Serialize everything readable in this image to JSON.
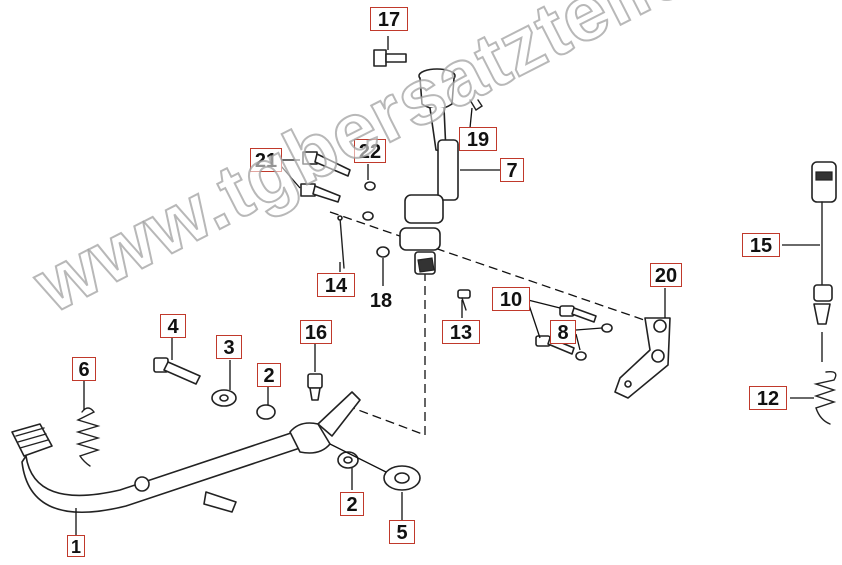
{
  "watermark": "www.tgbersatzteile.de",
  "accent_color": "#c0392b",
  "callouts": [
    {
      "key": "c17",
      "label": "17",
      "boxed": true
    },
    {
      "key": "c19",
      "label": "19",
      "boxed": true
    },
    {
      "key": "c7",
      "label": "7",
      "boxed": true
    },
    {
      "key": "c22",
      "label": "22",
      "boxed": true
    },
    {
      "key": "c21",
      "label": "21",
      "boxed": true
    },
    {
      "key": "c14",
      "label": "14",
      "boxed": true
    },
    {
      "key": "c18",
      "label": "18",
      "boxed": false
    },
    {
      "key": "c13",
      "label": "13",
      "boxed": true
    },
    {
      "key": "c10",
      "label": "10",
      "boxed": true
    },
    {
      "key": "c8",
      "label": "8",
      "boxed": true
    },
    {
      "key": "c20",
      "label": "20",
      "boxed": true
    },
    {
      "key": "c15",
      "label": "15",
      "boxed": true
    },
    {
      "key": "c12",
      "label": "12",
      "boxed": true
    },
    {
      "key": "c4",
      "label": "4",
      "boxed": true
    },
    {
      "key": "c3",
      "label": "3",
      "boxed": true
    },
    {
      "key": "c16",
      "label": "16",
      "boxed": true
    },
    {
      "key": "c2a",
      "label": "2",
      "boxed": true
    },
    {
      "key": "c6",
      "label": "6",
      "boxed": true
    },
    {
      "key": "c2b",
      "label": "2",
      "boxed": true
    },
    {
      "key": "c5",
      "label": "5",
      "boxed": true
    },
    {
      "key": "c1",
      "label": "1",
      "boxed": true
    }
  ]
}
